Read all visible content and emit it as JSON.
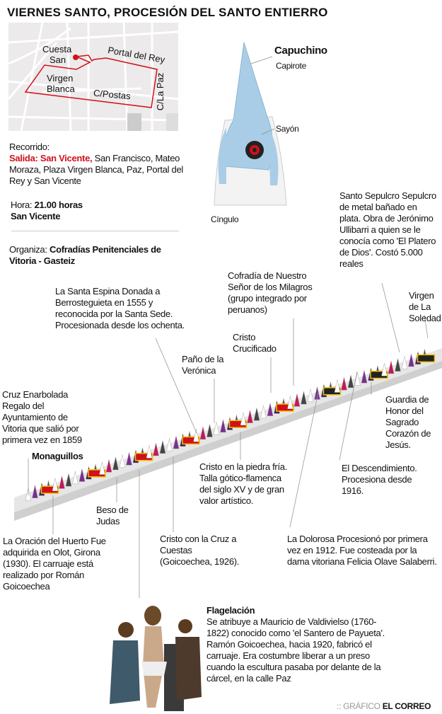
{
  "title": "VIERNES SANTO, PROCESIÓN DEL SANTO ENTIERRO",
  "map": {
    "labels": {
      "cuesta": "Cuesta",
      "san": "San",
      "portal": "Portal del Rey",
      "virgen": "Virgen",
      "blanca": "Blanca",
      "postas": "C/Postas",
      "paz": "C/La Paz"
    },
    "route_color": "#d0101a"
  },
  "info": {
    "recorrido_label": "Recorrido:",
    "salida": "Salida: San Vicente,",
    "recorrido_rest": " San Francisco, Mateo Moraza, Plaza Virgen Blanca, Paz, Portal del Rey y San Vicente",
    "hora_label": "Hora:",
    "hora_value": "21.00 horas",
    "hora_place": "San Vicente",
    "organiza_label": "Organiza:",
    "organiza_value": "Cofradías Penitenciales de Vitoria - Gasteiz"
  },
  "capuchino": {
    "title": "Capuchino",
    "capirote": "Capirote",
    "sayon": "Sayón",
    "cingulo": "Cíngulo"
  },
  "labels": {
    "santo_sepulcro": "Santo Sepulcro Sepulcro de metal bañado en plata. Obra de Jerónimo Ullibarri a quien se le conocía como 'El Platero de Dios'. Costó 5.000 reales",
    "cofradia": "Cofradía de Nuestro Señor de los Milagros (grupo integrado por peruanos)",
    "santa_espina": "La Santa Espina Donada a Berrosteguieta en 1555 y reconocida por la Santa Sede. Procesionada desde los ochenta.",
    "virgen_soledad": "Virgen de La Soledad",
    "cristo_crucificado": "Cristo Crucificado",
    "pano_veronica": "Paño de la Verónica",
    "cruz_enarbolada": "Cruz Enarbolada Regalo del Ayuntamiento de Vitoria que salió por primera vez en 1859",
    "guardia_honor": "Guardia de Honor del Sagrado Corazón de Jesús.",
    "monaguillos": "Monaguillos",
    "cristo_piedra": "Cristo en la piedra fría. Talla gótico-flamenca del siglo XV y de gran valor artístico.",
    "descendimiento": "El Descendimiento. Procesiona desde 1916.",
    "beso_judas": "Beso de Judas",
    "oracion_huerto": "La Oración del Huerto Fue adquirida en Olot, Girona (1930). El carruaje está realizado por Román Goicoechea",
    "cristo_cruz": "Cristo con la Cruz a Cuestas (Goicoechea, 1926).",
    "dolorosa": "La Dolorosa Procesionó por primera vez en 1912. Fue costeada por la dama vitoriana Felicia Olave Salaberri."
  },
  "flagelacion": {
    "title": "Flagelación",
    "text": "Se atribuye a Mauricio de Valdivielso (1760-1822) conocido como 'el Santero de Payueta'. Ramón Goicoechea, hacia 1920, fabricó el carruaje. Era costumbre liberar a un preso cuando la escultura pasaba por delante de la cárcel, en la calle Paz"
  },
  "credit": {
    "prefix": ":: GRÁFICO",
    "brand": "EL CORREO"
  }
}
